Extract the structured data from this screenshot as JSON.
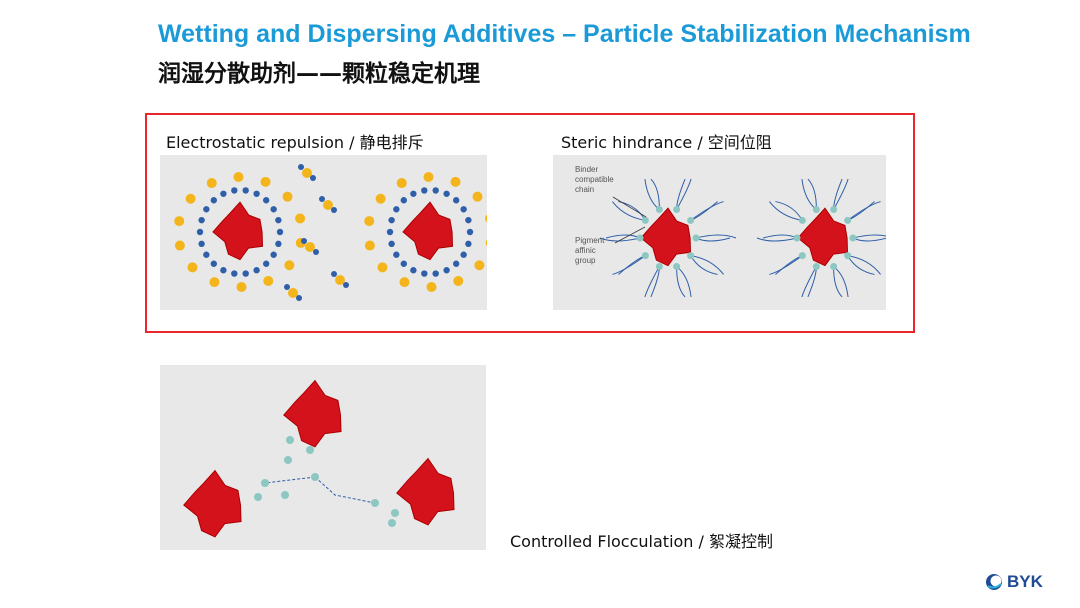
{
  "header": {
    "title_en": "Wetting and Dispersing Additives – Particle Stabilization Mechanism",
    "title_zh": "润湿分散助剂——颗粒稳定机理"
  },
  "mechanisms": {
    "electrostatic": {
      "label": "Electrostatic repulsion / 静电排斥"
    },
    "steric": {
      "label": "Steric hindrance / 空间位阻",
      "annotation_chain": "Binder compatible chain",
      "annotation_group": "Pigment affinic group"
    },
    "flocculation": {
      "label": "Controlled Flocculation  /  絮凝控制"
    }
  },
  "logo": {
    "text": "BYK"
  },
  "colors": {
    "accent": "#1b9ad8",
    "frame": "#e8262c",
    "particle": "#d4121c",
    "logo": "#1e4a96"
  }
}
